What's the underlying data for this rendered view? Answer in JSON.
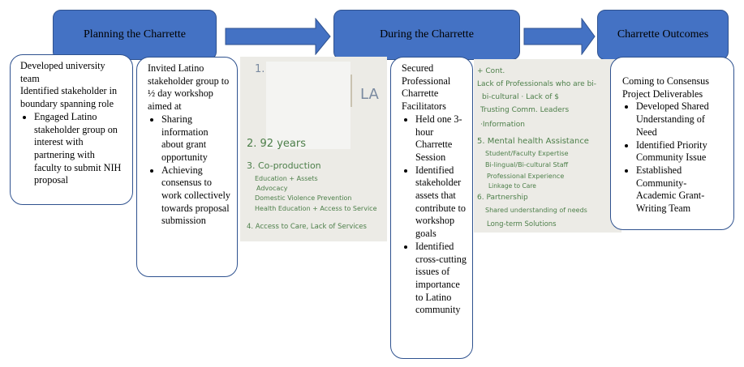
{
  "stages": {
    "planning": "Planning the Charrette",
    "during": "During the Charrette",
    "outcomes": "Charrette Outcomes"
  },
  "boxes": {
    "university": {
      "lines": [
        "Developed university team",
        "Identified stakeholder in boundary spanning role"
      ],
      "bullets": [
        "Engaged Latino stakeholder group on interest with partnering with faculty to submit NIH proposal"
      ]
    },
    "latino": {
      "intro": "Invited Latino stakeholder group to ½ day workshop aimed at",
      "bullets": [
        "Sharing information about grant opportunity",
        "Achieving consensus to work collectively towards proposal submission"
      ]
    },
    "facilitators": {
      "intro": "Secured Professional Charrette Facilitators",
      "bullets": [
        "Held one 3-hour Charrette Session",
        "Identified stakeholder assets that contribute to workshop goals",
        "Identified cross-cutting issues of importance to Latino community"
      ]
    },
    "outcomes": {
      "intro": "Coming to Consensus Project Deliverables",
      "bullets": [
        "Developed Shared Understanding of Need",
        "Identified Priority Community Issue",
        "Established Community-Academic Grant-Writing Team"
      ]
    }
  },
  "photo_left": {
    "lines": [
      "1.",
      "LA",
      "2. 92 years",
      "3. Co-production",
      "Education + Assets",
      "Advocacy",
      "Domestic Violence Prevention",
      "Health Education + Access to Service",
      "4. Access to Care, Lack of Services"
    ]
  },
  "photo_right": {
    "lines": [
      "+ Cont.",
      "Lack of Professionals who are bi-",
      "bi-cultural   · Lack of $",
      "Trusting Comm. Leaders",
      "·Information",
      "5. Mental health Assistance",
      "Student/Faculty Expertise",
      "Bi-lingual/Bi-cultural Staff",
      "Professional Experience",
      "Linkage to Care",
      "6. Partnership",
      "Shared understanding of needs",
      "Long-term Solutions"
    ]
  }
}
